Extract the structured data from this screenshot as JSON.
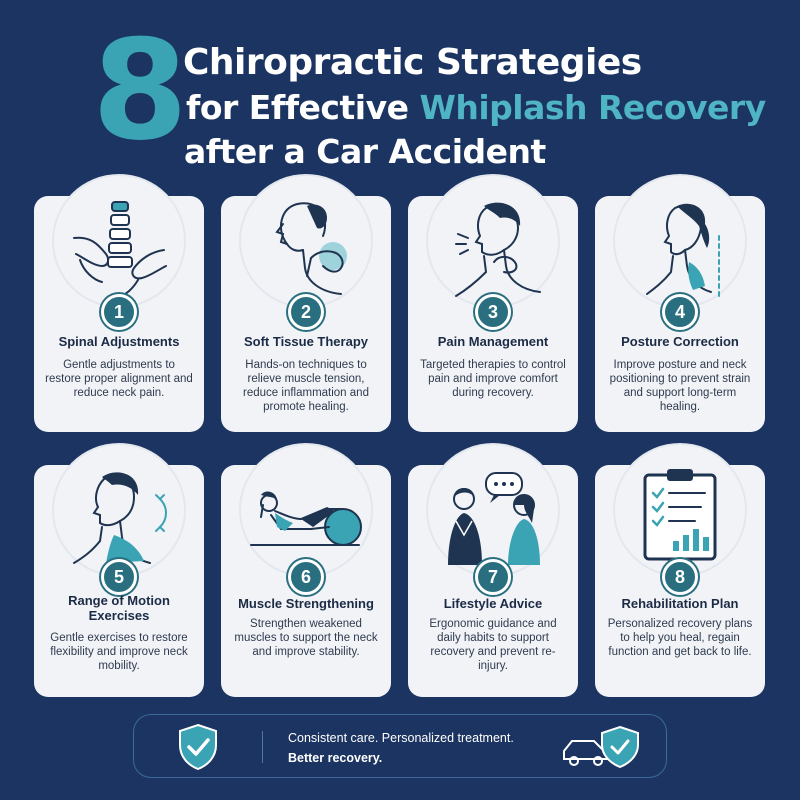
{
  "header": {
    "number": "8",
    "title_line1": "Chiropractic Strategies",
    "title_line2_pre": "for Effective ",
    "title_line2_highlight": "Whiplash Recovery",
    "title_line3": "after a Car Accident"
  },
  "cards": [
    {
      "num": "1",
      "title": "Spinal Adjustments",
      "body": "Gentle adjustments to restore proper alignment and reduce neck pain.",
      "icon": "spine-hands-icon"
    },
    {
      "num": "2",
      "title": "Soft Tissue Therapy",
      "body": "Hands-on techniques to relieve muscle tension, reduce inflammation and promote healing.",
      "icon": "neck-massage-icon"
    },
    {
      "num": "3",
      "title": "Pain Management",
      "body": "Targeted therapies to control pain and improve comfort during recovery.",
      "icon": "neck-pain-icon"
    },
    {
      "num": "4",
      "title": "Posture Correction",
      "body": "Improve posture and neck positioning to prevent strain and support long-term healing.",
      "icon": "posture-profile-icon"
    },
    {
      "num": "5",
      "title": "Range of Motion Exercises",
      "body": "Gentle exercises to restore flexibility and improve neck mobility.",
      "icon": "head-rotation-icon"
    },
    {
      "num": "6",
      "title": "Muscle Strengthening",
      "body": "Strengthen weakened muscles to support the neck and improve stability.",
      "icon": "exercise-ball-icon"
    },
    {
      "num": "7",
      "title": "Lifestyle Advice",
      "body": "Ergonomic guidance and daily habits to support recovery and prevent re-injury.",
      "icon": "conversation-icon"
    },
    {
      "num": "8",
      "title": "Rehabilitation Plan",
      "body": "Personalized recovery plans to help you heal, regain function and get back to life.",
      "icon": "clipboard-chart-icon"
    }
  ],
  "footer": {
    "line1": "Consistent care. Personalized treatment.",
    "line2": "Better recovery.",
    "left_icon": "shield-check-icon",
    "right_icon": "car-shield-icon"
  },
  "colors": {
    "background": "#1c3461",
    "accent": "#3aa3b4",
    "badge": "#2a6f80",
    "card": "#f1f3f7"
  }
}
